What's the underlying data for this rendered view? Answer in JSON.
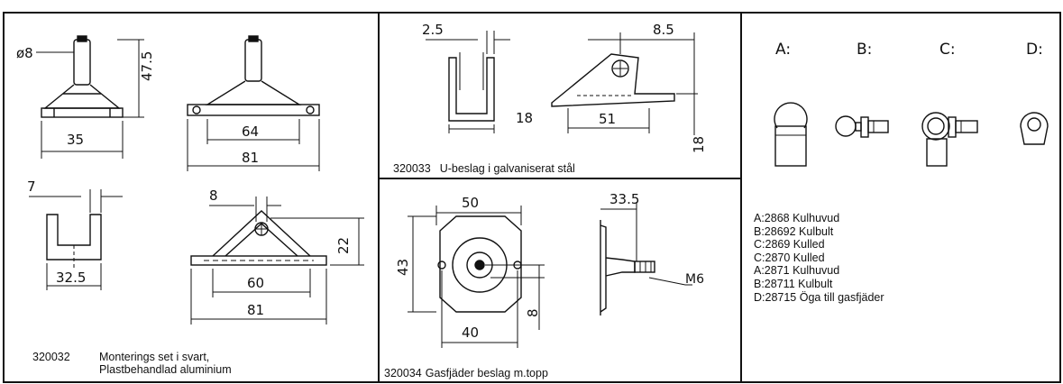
{
  "panels": {
    "mounting_set": {
      "code": "320032",
      "description_line1": "Monterings set i svart,",
      "description_line2": "Plastbehandlad aluminium"
    },
    "u_bracket": {
      "code": "320033",
      "description": "U-beslag i galvaniserat stål"
    },
    "gas_spring_bracket": {
      "code": "320034",
      "description": "Gasfjäder beslag m.topp"
    },
    "fittings": {
      "type_labels": [
        "A:",
        "B:",
        "C:",
        "D:"
      ],
      "parts": [
        "A:2868 Kulhuvud",
        "B:28692 Kulbult",
        "C:2869 Kulled",
        "C:2870 Kulled",
        "A:2871 Kulhuvud",
        "B:28711 Kulbult",
        "D:28715 Öga till gasfjäder"
      ]
    }
  },
  "dimensions": {
    "bracket_small": {
      "dia": "ø8",
      "height": "47.5",
      "width": "35"
    },
    "bracket_large": {
      "inner": "64",
      "outer": "81"
    },
    "bracket_u_front": {
      "gap": "7",
      "width": "32.5"
    },
    "bracket_triangle": {
      "hole": "8",
      "height": "22",
      "inner": "60",
      "outer": "81"
    },
    "u_beslag": {
      "thickness": "2.5",
      "width": "18",
      "offset": "8.5",
      "length": "51",
      "height": "18"
    },
    "plate": {
      "width": "50",
      "height": "43",
      "holes": "40",
      "depth": "8"
    },
    "stud": {
      "length": "33.5",
      "thread": "M6"
    }
  }
}
